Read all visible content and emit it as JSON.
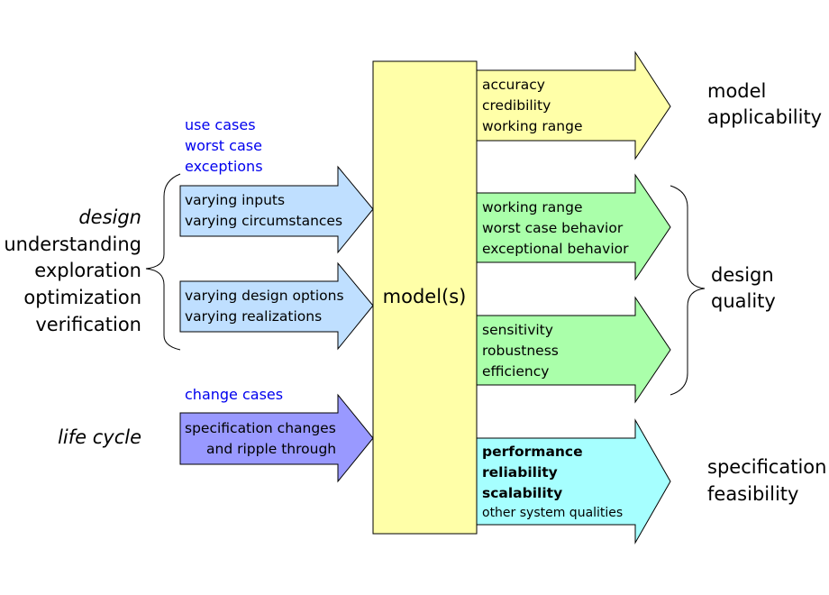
{
  "colors": {
    "blue_arrow": "#bfdfff",
    "purple_arrow": "#9999ff",
    "yellow": "#ffffa8",
    "green": "#aaffaa",
    "cyan": "#a6ffff",
    "blue_text": "#0000ee"
  },
  "left": {
    "design": "design",
    "items": [
      "understanding",
      "exploration",
      "optimization",
      "verification"
    ],
    "life_cycle": "life cycle"
  },
  "blue_labels": {
    "group1": [
      "use cases",
      "worst case",
      "exceptions"
    ],
    "change": "change cases"
  },
  "input_arrows": {
    "a1": [
      "varying inputs",
      "varying circumstances"
    ],
    "a2": [
      "varying design options",
      "varying realizations"
    ],
    "a3": [
      "specification changes",
      "and ripple through"
    ]
  },
  "center": {
    "label": "model(s)"
  },
  "output_arrows": {
    "o1": [
      "accuracy",
      "credibility",
      "working range"
    ],
    "o2": [
      "working range",
      "worst case behavior",
      "exceptional behavior"
    ],
    "o3": [
      "sensitivity",
      "robustness",
      "efficiency"
    ],
    "o4": [
      "performance",
      "reliability",
      "scalability",
      "other system qualities"
    ]
  },
  "right": {
    "applicability": [
      "model",
      "applicability"
    ],
    "quality": [
      "design",
      "quality"
    ],
    "feasibility": [
      "specification",
      "feasibility"
    ]
  }
}
